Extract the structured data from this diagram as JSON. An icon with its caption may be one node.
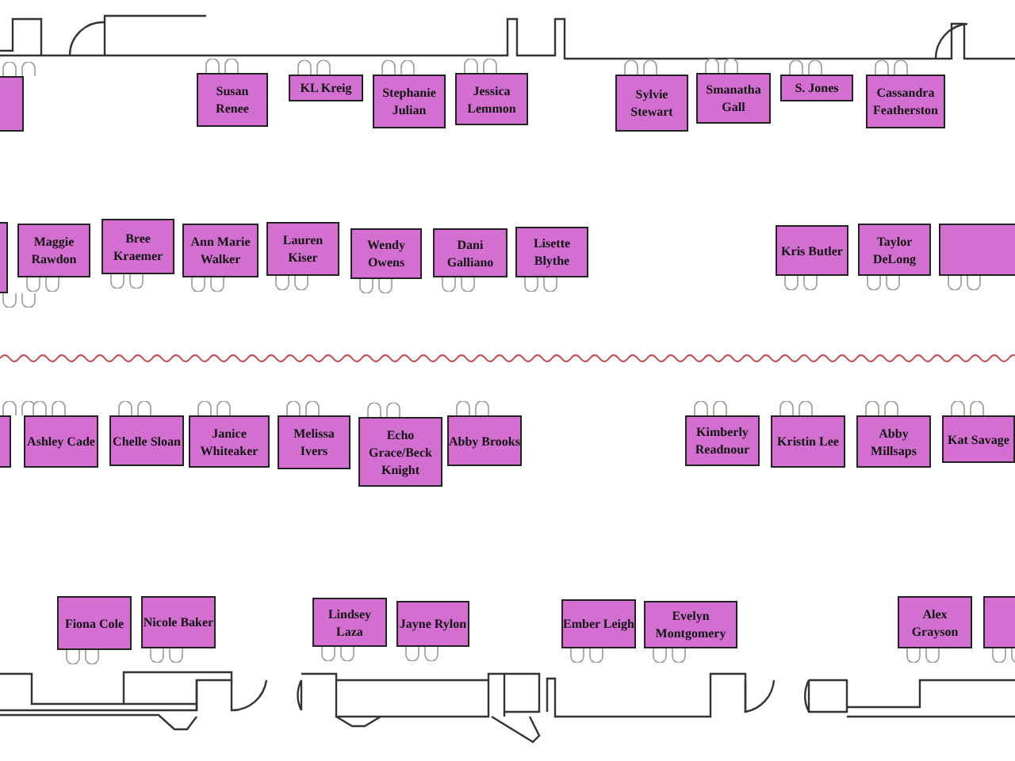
{
  "diagram": {
    "nodes": [
      {
        "text": [],
        "shape": "box"
      },
      {
        "text": [
          "Susan Renee"
        ]
      },
      {
        "text": [
          "KL Kreig"
        ]
      },
      {
        "text": [
          "Stephanie Julian"
        ]
      },
      {
        "text": [
          "Jessica Lemmon"
        ]
      },
      {
        "text": [
          "Sylvie Stewart"
        ]
      },
      {
        "text": [
          "Smanatha Gall"
        ]
      },
      {
        "text": [
          "S. Jones"
        ]
      },
      {
        "text": [
          "Cassandra Featherston"
        ]
      },
      {
        "text": [],
        "shape": "box"
      },
      {
        "text": [
          "Maggie Rawdon"
        ]
      },
      {
        "text": [
          "Bree Kraemer"
        ]
      },
      {
        "text": [
          "Ann Marie Walker"
        ]
      },
      {
        "text": [
          "Lauren Kiser"
        ]
      },
      {
        "text": [
          "Wendy Owens"
        ]
      },
      {
        "text": [
          "Dani Galliano"
        ]
      },
      {
        "text": [
          "Lisette Blythe"
        ]
      },
      {
        "text": [
          "Kris Butler"
        ]
      },
      {
        "text": [
          "Taylor DeLong"
        ]
      },
      {
        "text": [],
        "shape": "box"
      },
      {
        "text": [],
        "shape": "box"
      },
      {
        "text": [
          "Ashley Cade"
        ]
      },
      {
        "text": [
          "Chelle Sloan"
        ]
      },
      {
        "text": [
          "Janice Whiteaker"
        ]
      },
      {
        "text": [
          "Melissa Ivers"
        ]
      },
      {
        "text": [
          "Echo Grace/Beck Knight"
        ]
      },
      {
        "text": [
          "Abby Brooks"
        ]
      },
      {
        "text": [
          "Kimberly Readnour"
        ]
      },
      {
        "text": [
          "Kristin Lee"
        ]
      },
      {
        "text": [
          "Abby Millsaps"
        ]
      },
      {
        "text": [
          "Kat Savage"
        ]
      },
      {
        "text": [
          "Fiona Cole"
        ]
      },
      {
        "text": [
          "Nicole Baker"
        ]
      },
      {
        "text": [
          "Lindsey Laza"
        ]
      },
      {
        "text": [
          "Jayne Rylon"
        ]
      },
      {
        "text": [
          "Ember Leigh"
        ]
      },
      {
        "text": [
          "Evelyn Montgomery"
        ]
      },
      {
        "text": [
          "Alex Grayson"
        ]
      },
      {
        "text": [],
        "shape": "box"
      }
    ]
  }
}
